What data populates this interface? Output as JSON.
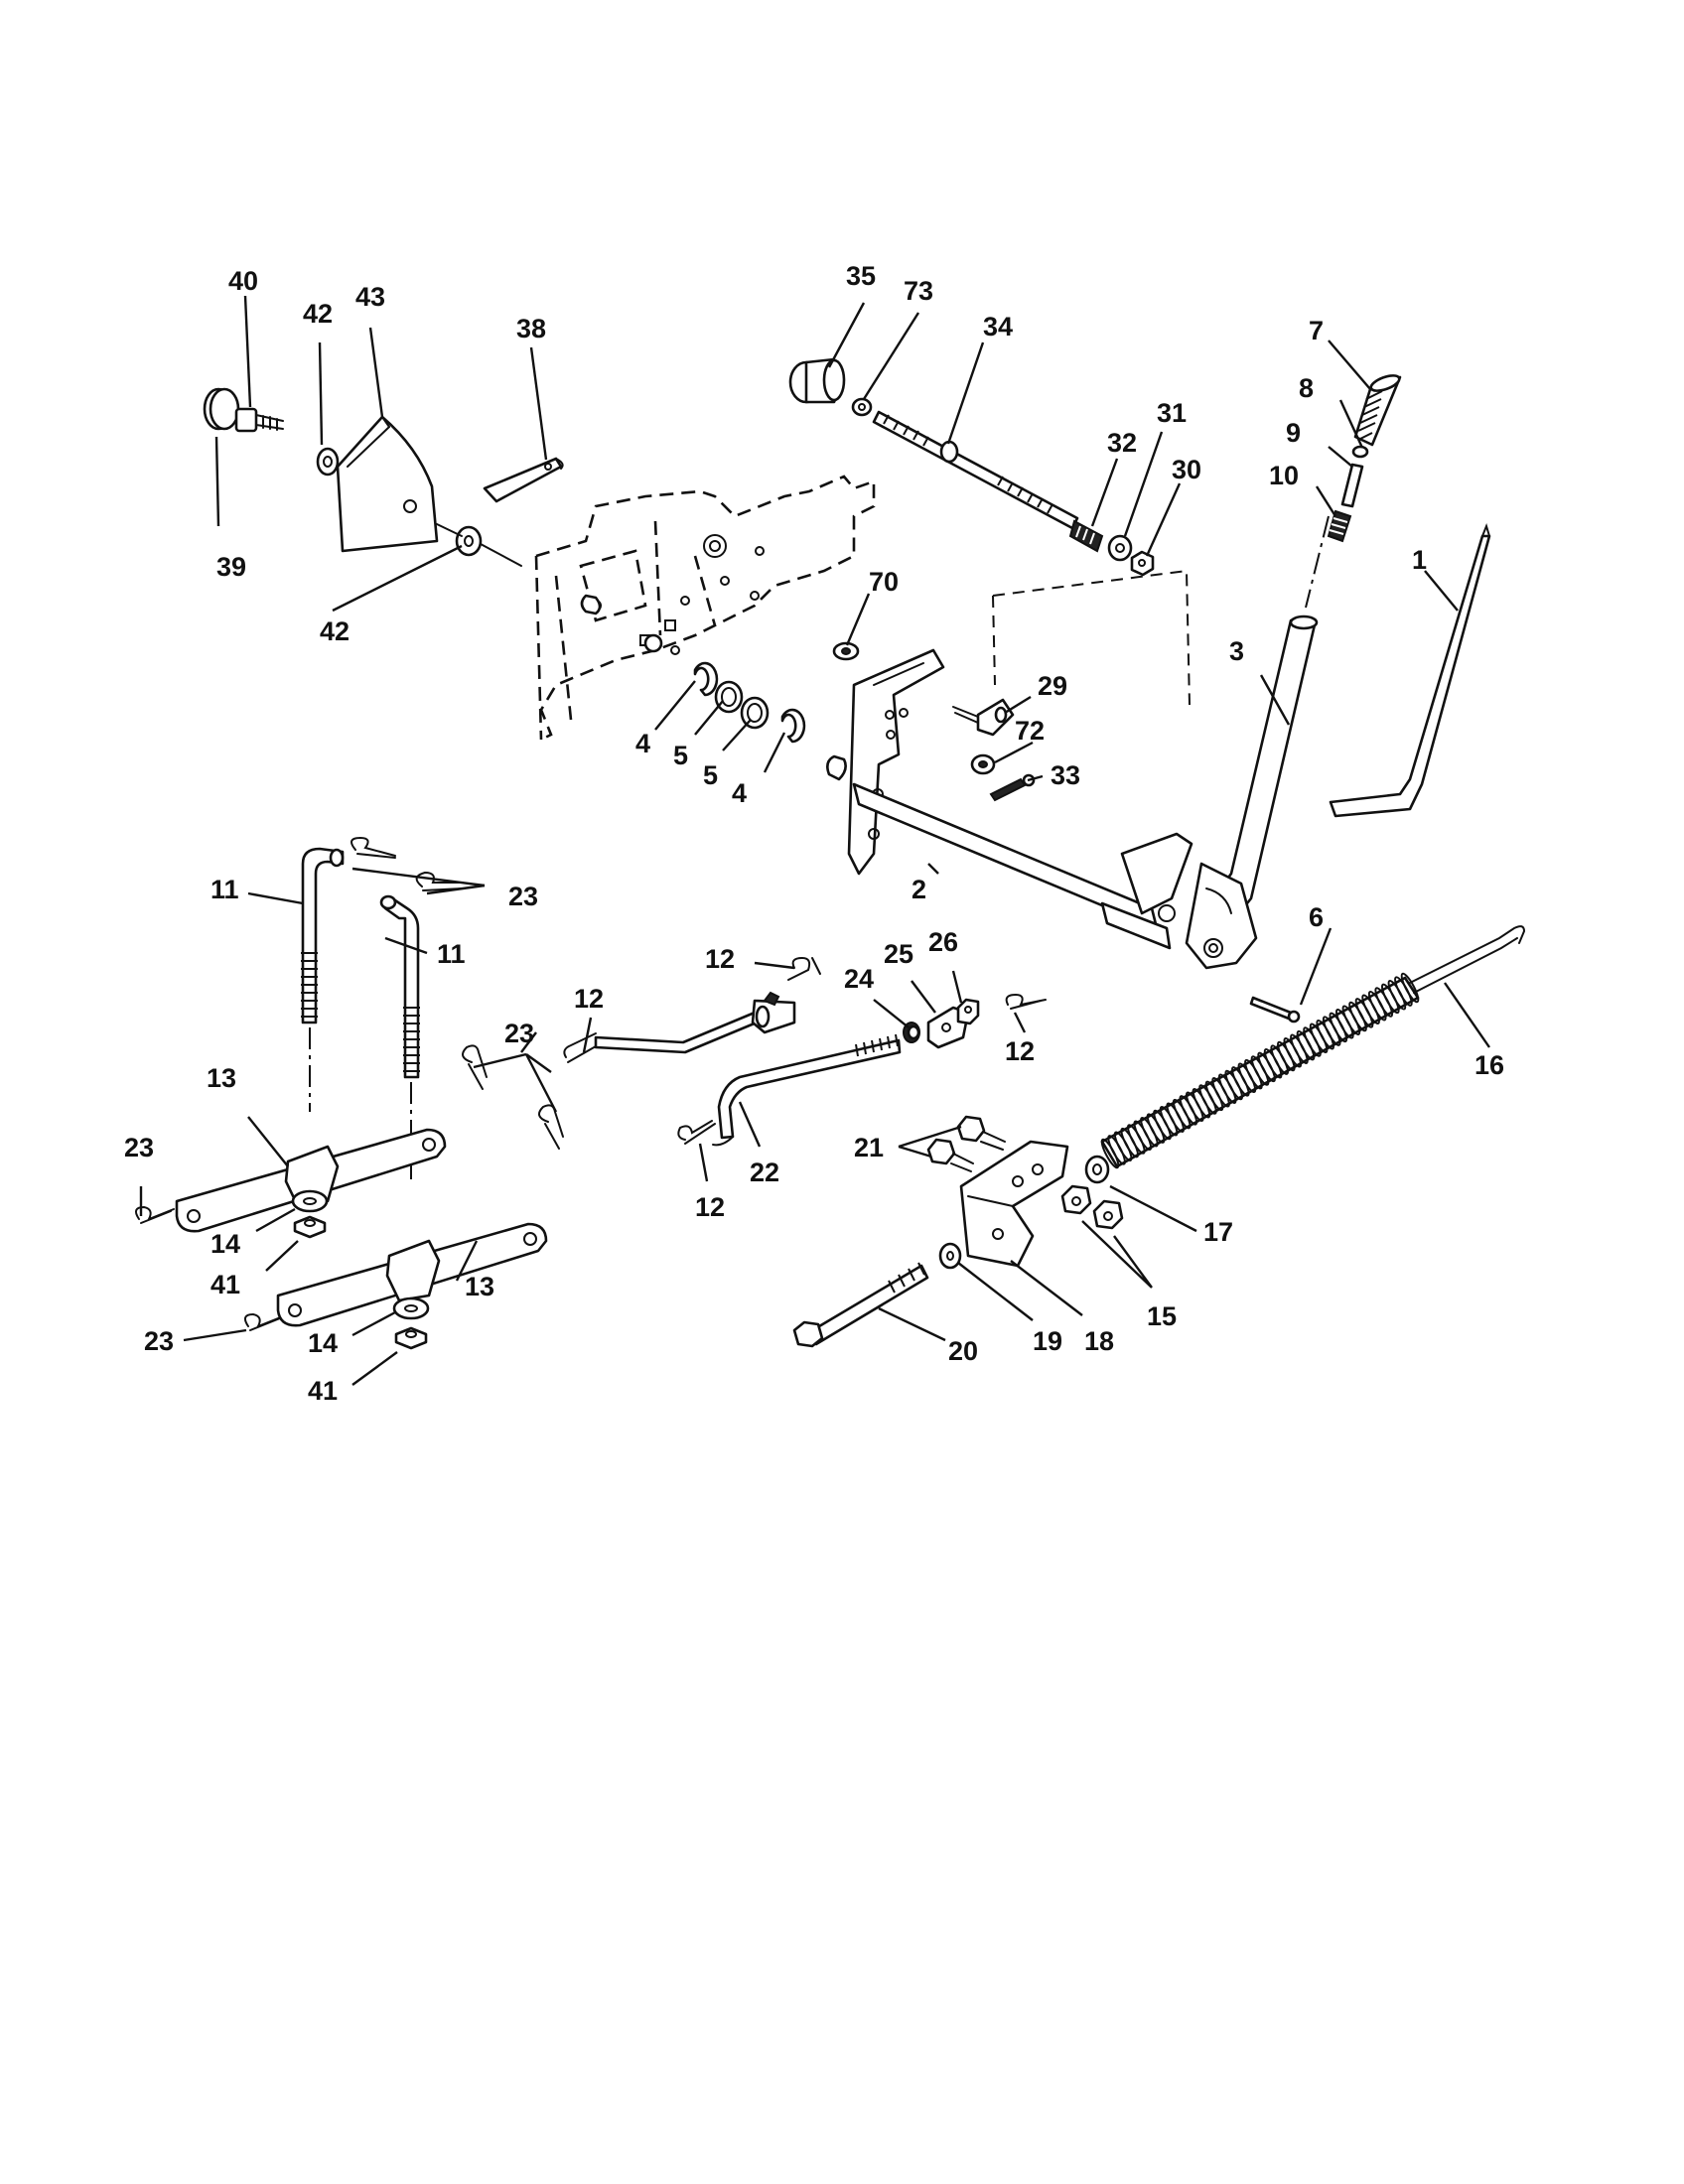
{
  "diagram": {
    "callouts": {
      "p1": "1",
      "p2": "2",
      "p3": "3",
      "p4a": "4",
      "p4b": "4",
      "p5a": "5",
      "p5b": "5",
      "p6": "6",
      "p7": "7",
      "p8": "8",
      "p9": "9",
      "p10": "10",
      "p11a": "11",
      "p11b": "11",
      "p12a": "12",
      "p12b": "12",
      "p12c": "12",
      "p12d": "12",
      "p13a": "13",
      "p13b": "13",
      "p14a": "14",
      "p14b": "14",
      "p15": "15",
      "p16": "16",
      "p17": "17",
      "p18": "18",
      "p19": "19",
      "p20": "20",
      "p21": "21",
      "p22": "22",
      "p23a": "23",
      "p23b": "23",
      "p23c": "23",
      "p23d": "23",
      "p24": "24",
      "p25": "25",
      "p26": "26",
      "p29": "29",
      "p30": "30",
      "p31": "31",
      "p32": "32",
      "p33": "33",
      "p34": "34",
      "p35": "35",
      "p38": "38",
      "p39": "39",
      "p40": "40",
      "p41a": "41",
      "p41b": "41",
      "p42a": "42",
      "p42b": "42",
      "p43": "43",
      "p70": "70",
      "p72": "72",
      "p73": "73"
    }
  }
}
